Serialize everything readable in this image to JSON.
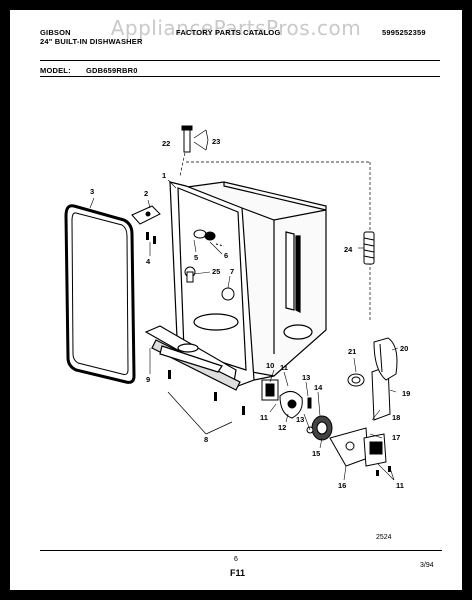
{
  "watermark": "AppliancePartsPros.com",
  "header": {
    "brand": "GIBSON",
    "subtitle": "24\" BUILT-IN DISHWASHER",
    "catalog": "FACTORY PARTS CATALOG",
    "doc_number": "5995252359",
    "model_label": "MODEL:",
    "model_number": "GDB659RBR0"
  },
  "callouts": {
    "c1": "1",
    "c2": "2",
    "c3": "3",
    "c4": "4",
    "c5": "5",
    "c6": "6",
    "c7": "7",
    "c8": "8",
    "c9": "9",
    "c10": "10",
    "c11a": "11",
    "c11b": "11",
    "c11c": "11",
    "c12": "12",
    "c13a": "13",
    "c13b": "13",
    "c14": "14",
    "c15": "15",
    "c16": "16",
    "c17": "17",
    "c18": "18",
    "c19": "19",
    "c20": "20",
    "c21": "21",
    "c22": "22",
    "c23": "23",
    "c24": "24",
    "c25": "25"
  },
  "footer": {
    "figure_code": "2524",
    "page_number": "6",
    "section": "F11",
    "date": "3/94"
  }
}
